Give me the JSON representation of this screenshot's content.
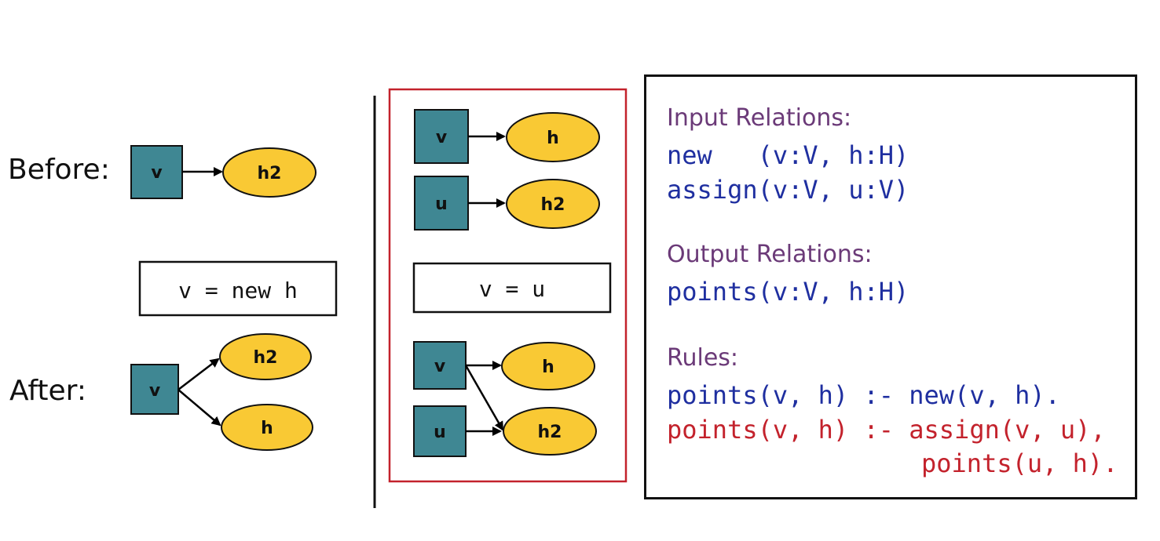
{
  "left": {
    "before_label": "Before:",
    "after_label": "After:",
    "statement": "v = new h",
    "before": {
      "var": "v",
      "heap": "h2"
    },
    "after": {
      "var": "v",
      "heap_top": "h2",
      "heap_bottom": "h"
    }
  },
  "middle": {
    "before": {
      "var1": "v",
      "heap1": "h",
      "var2": "u",
      "heap2": "h2"
    },
    "statement": "v = u",
    "after": {
      "var1": "v",
      "heap1": "h",
      "var2": "u",
      "heap2": "h2"
    }
  },
  "code": {
    "input_heading": "Input Relations:",
    "input_line1": "new   (v:V, h:H)",
    "input_line2": "assign(v:V, u:V)",
    "output_heading": "Output Relations:",
    "output_line1": "points(v:V, h:H)",
    "rules_heading": "Rules:",
    "rule1": "points(v, h) :- new(v, h).",
    "rule2_line1": "points(v, h) :- assign(v, u),",
    "rule2_line2": "points(u, h)."
  },
  "colors": {
    "node_fill": "#3f8793",
    "heap_fill": "#f9c934",
    "rule_box": "#c3222c",
    "code_blue": "#1f2fa0",
    "code_red": "#c3222c",
    "heading_purple": "#6b3a78"
  }
}
